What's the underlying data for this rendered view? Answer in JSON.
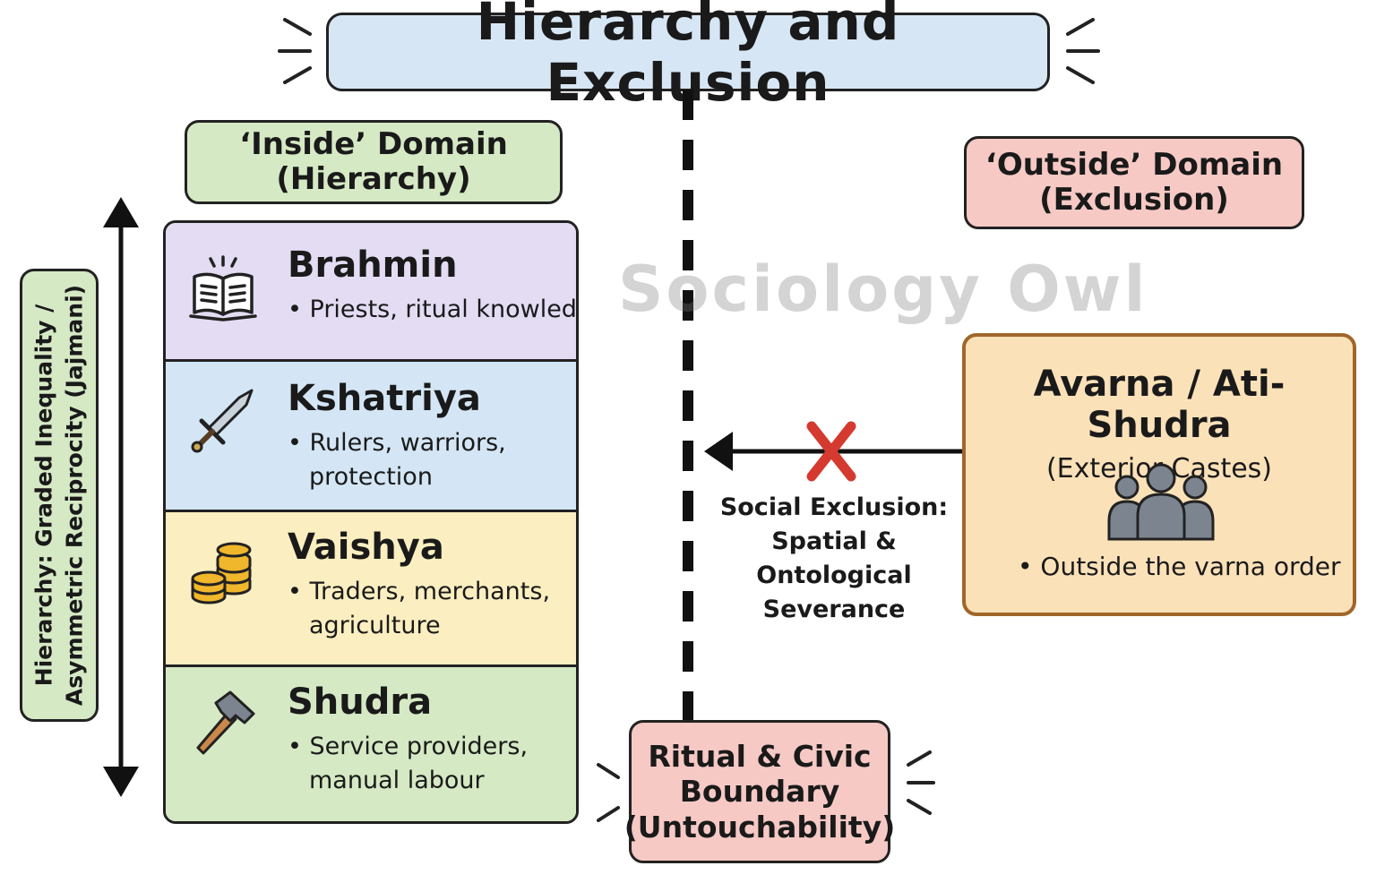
{
  "title": "Hierarchy and Exclusion",
  "inside_domain": {
    "line1": "‘Inside’ Domain",
    "line2": "(Hierarchy)"
  },
  "outside_domain": {
    "line1": "‘Outside’ Domain",
    "line2": "(Exclusion)"
  },
  "hierarchy_axis": {
    "line1": "Hierarchy: Graded Inequality /",
    "line2": "Asymmetric Reciprocity (Jajmani)"
  },
  "tiers": [
    {
      "name": "Brahmin",
      "desc1": "• Priests, ritual knowledge",
      "desc2": "",
      "color": "#e3dcf3",
      "icon": "open-book-icon"
    },
    {
      "name": "Kshatriya",
      "desc1": "• Rulers, warriors,",
      "desc2": "protection",
      "color": "#d4e6f5",
      "icon": "sword-icon"
    },
    {
      "name": "Vaishya",
      "desc1": "• Traders, merchants,",
      "desc2": "agriculture",
      "color": "#fbeec0",
      "icon": "coins-icon"
    },
    {
      "name": "Shudra",
      "desc1": "• Service providers,",
      "desc2": "manual labour",
      "color": "#d5e9c4",
      "icon": "hammer-icon"
    }
  ],
  "exclusion": {
    "line1": "Social Exclusion:",
    "line2": "Spatial & Ontological",
    "line3": "Severance",
    "mark": "red-x-icon"
  },
  "avarna": {
    "title": "Avarna / Ati-Shudra",
    "subtitle": "(Exterior Castes)",
    "bullet": "• Outside the varna order",
    "icon": "people-group-icon"
  },
  "ritual_boundary": {
    "line1": "Ritual & Civic",
    "line2": "Boundary",
    "line3": "(Untouchability)"
  },
  "watermark": "Sociology Owl",
  "colors": {
    "title_bg": "#d6e6f4",
    "inside_bg": "#d5e9c4",
    "outside_bg": "#f6c9c4",
    "avarna_bg": "#fbe1b8",
    "x_mark": "#d43a2f"
  }
}
